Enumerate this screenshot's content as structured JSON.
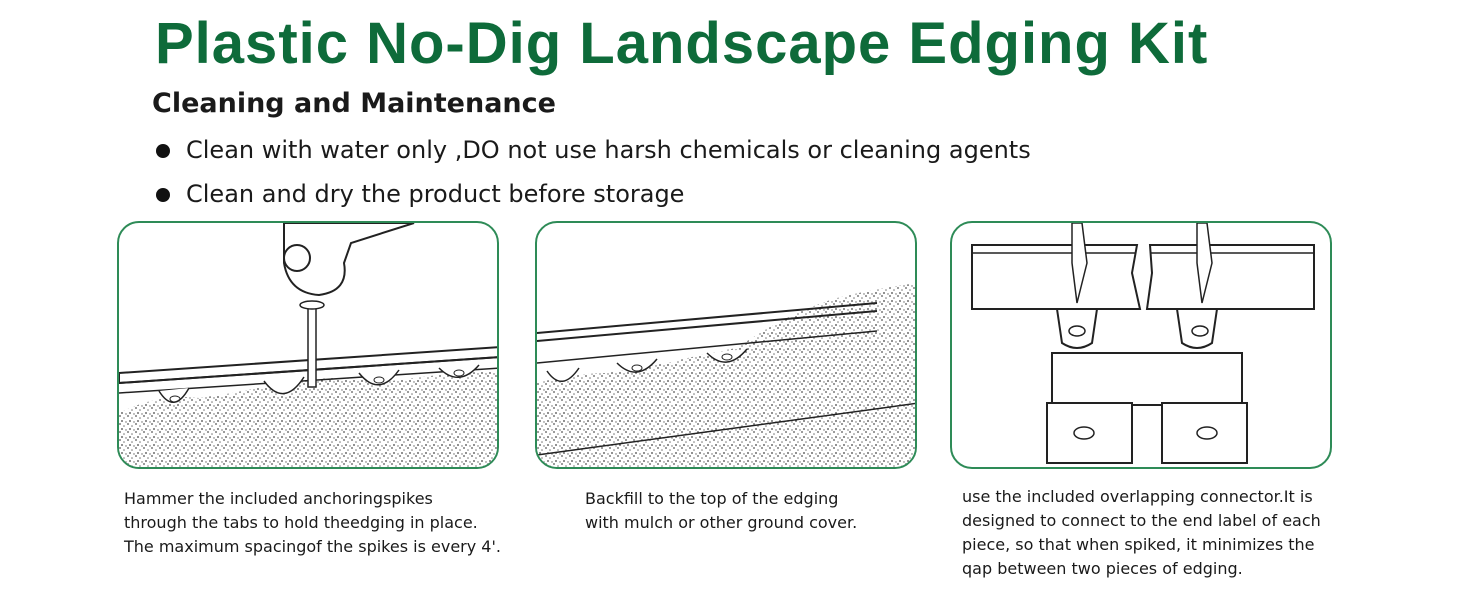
{
  "header": {
    "title": "Plastic No-Dig Landscape Edging Kit",
    "subtitle": "Cleaning and Maintenance"
  },
  "bullets": [
    "Clean with water only ,DO not use harsh chemicals or cleaning agents",
    "Clean and dry the product before storage"
  ],
  "panels": [
    {
      "caption": " Hammer the included anchoringspikes\nthrough the tabs to hold theedging in place.\nThe maximum spacingof the spikes is every 4'."
    },
    {
      "caption": "Backfill to the top of the edging\nwith mulch or other ground cover."
    },
    {
      "caption": "use the included overlapping connector.It is\ndesigned to connect to the end label of each\npiece, so that when spiked, it minimizes the\nqap between two pieces of edging."
    }
  ],
  "colors": {
    "title": "#0e6b3a",
    "panel_border": "#2e8b57"
  }
}
